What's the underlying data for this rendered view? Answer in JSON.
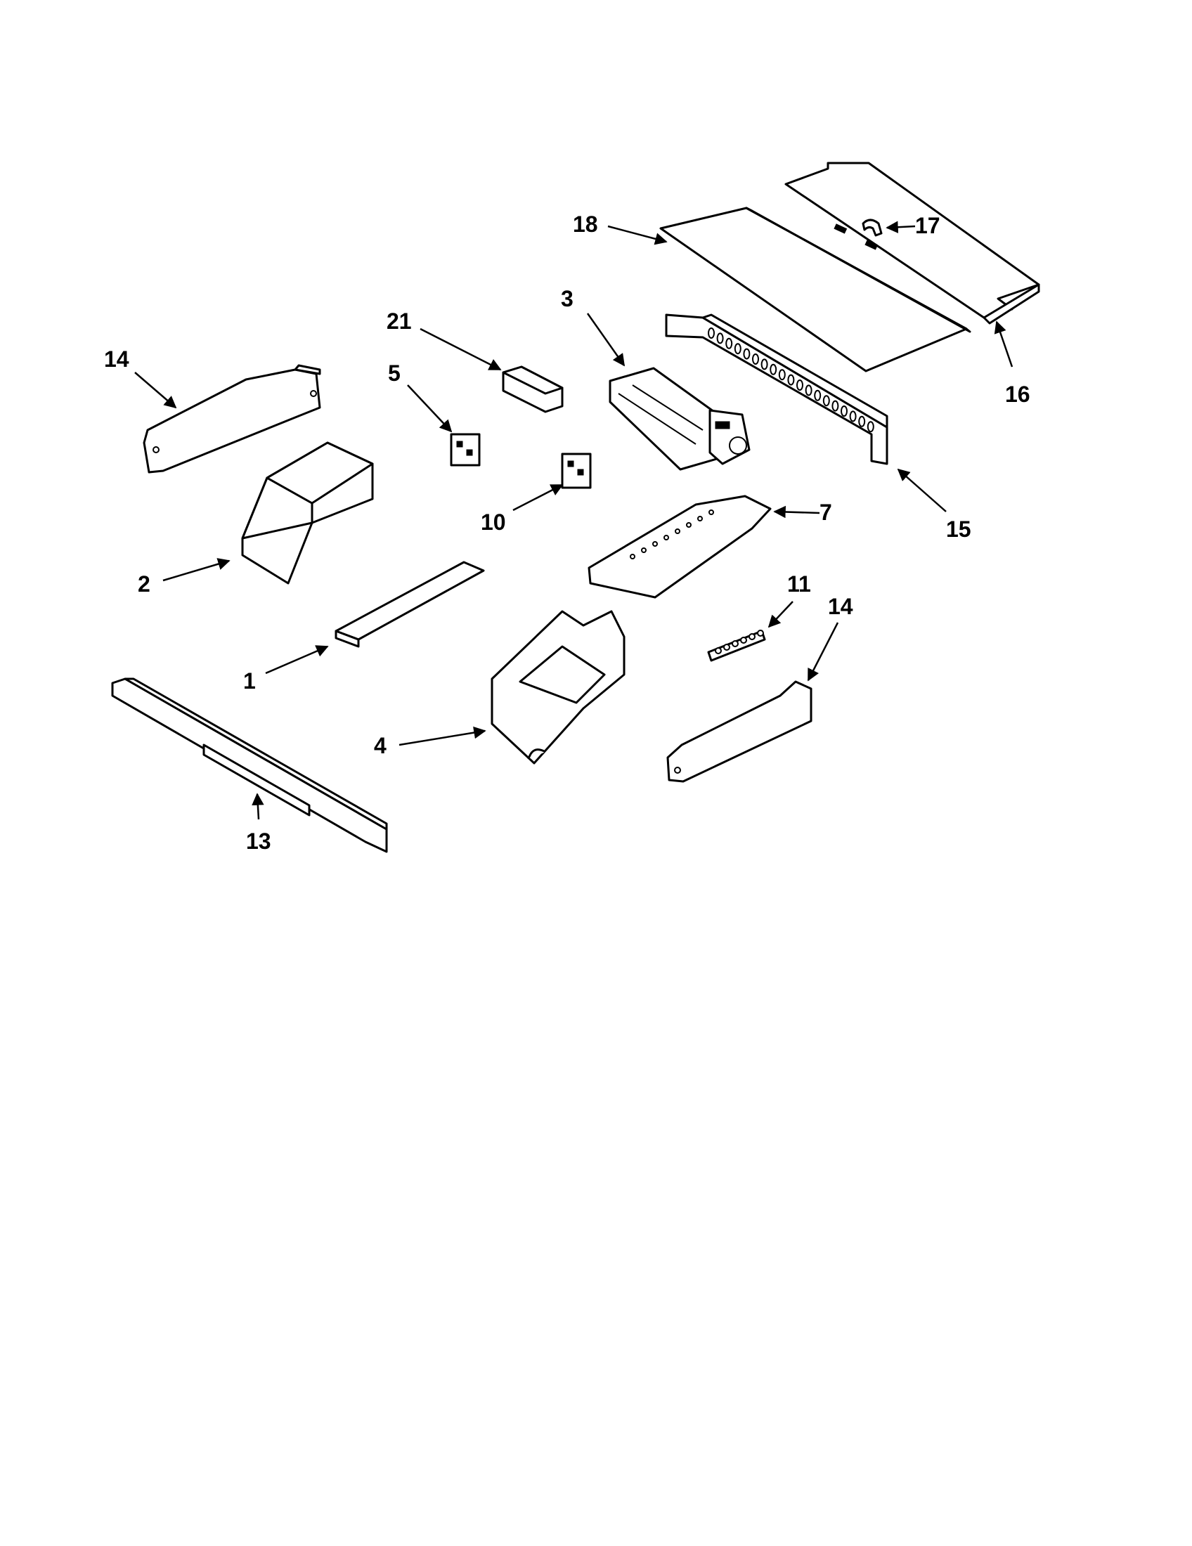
{
  "diagram": {
    "callouts": [
      {
        "id": "c18",
        "label": "18"
      },
      {
        "id": "c17",
        "label": "17"
      },
      {
        "id": "c16",
        "label": "16"
      },
      {
        "id": "c3",
        "label": "3"
      },
      {
        "id": "c21",
        "label": "21"
      },
      {
        "id": "c14a",
        "label": "14"
      },
      {
        "id": "c5",
        "label": "5"
      },
      {
        "id": "c15",
        "label": "15"
      },
      {
        "id": "c10",
        "label": "10"
      },
      {
        "id": "c7",
        "label": "7"
      },
      {
        "id": "c2",
        "label": "2"
      },
      {
        "id": "c11",
        "label": "11"
      },
      {
        "id": "c14b",
        "label": "14"
      },
      {
        "id": "c1",
        "label": "1"
      },
      {
        "id": "c4",
        "label": "4"
      },
      {
        "id": "c13",
        "label": "13"
      }
    ]
  }
}
